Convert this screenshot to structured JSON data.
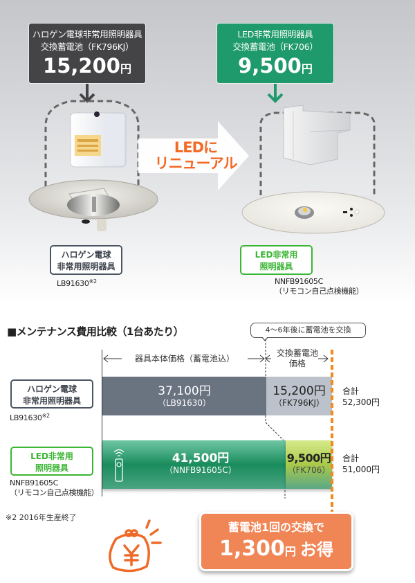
{
  "top": {
    "halogen_box": {
      "line1": "ハロゲン電球非常用照明器具",
      "line2": "交換蓄電池（FK796KJ）",
      "price": "15,200",
      "yen": "円",
      "color": "#444446"
    },
    "led_box": {
      "line1": "LED非常用照明器具",
      "line2": "交換蓄電池（FK706）",
      "price": "9,500",
      "yen": "円",
      "color": "#1f9a6c"
    },
    "renewal_text": {
      "line1": "LEDに",
      "line2": "リニューアル",
      "color": "#f26a25"
    },
    "halogen_label": {
      "line1": "ハロゲン電球",
      "line2": "非常用照明器具"
    },
    "halogen_model": {
      "code": "LB91630",
      "note": "※2"
    },
    "led_label": {
      "line1": "LED非常用",
      "line2": "照明器具"
    },
    "led_model": {
      "code": "NNFB91605C",
      "feature": "（リモコン自己点検機能）"
    }
  },
  "comparison": {
    "title": "■メンテナンス費用比較（1台あたり）",
    "callout": "4～6年後に蓄電池を交換",
    "range_body": "器具本体価格（蓄電池込）",
    "range_battery_line1": "交換蓄電池",
    "range_battery_line2": "価格",
    "rows": [
      {
        "label_line1": "ハロゲン電球",
        "label_line2": "非常用照明器具",
        "model": "LB91630",
        "model_note": "※2",
        "body_price": "37,100円",
        "body_model": "（LB91630）",
        "battery_price": "15,200円",
        "battery_model": "（FK796KJ）",
        "total_label": "合計",
        "total_value": "52,300円"
      },
      {
        "label_line1": "LED非常用",
        "label_line2": "照明器具",
        "model": "NNFB91605C",
        "model_feature": "（リモコン自己点検機能）",
        "body_price": "41,500円",
        "body_model": "（NNFB91605C）",
        "battery_price": "9,500円",
        "battery_model": "（FK706）",
        "total_label": "合計",
        "total_value": "51,000円"
      }
    ],
    "footnote": "※2 2016年生産終了"
  },
  "savings": {
    "line1": "蓄電池1回の交換で",
    "amount": "1,300",
    "yen": "円",
    "suffix": "お得",
    "color": "#f08556"
  },
  "chart_data": {
    "type": "bar",
    "title": "メンテナンス費用比較（1台あたり）",
    "stacked": true,
    "orientation": "horizontal",
    "categories": [
      "ハロゲン電球非常用照明器具 (LB91630)",
      "LED非常用照明器具 (NNFB91605C)"
    ],
    "series": [
      {
        "name": "器具本体価格（蓄電池込）",
        "values": [
          37100,
          41500
        ],
        "models": [
          "LB91630",
          "NNFB91605C"
        ]
      },
      {
        "name": "交換蓄電池価格",
        "values": [
          15200,
          9500
        ],
        "models": [
          "FK796KJ",
          "FK706"
        ]
      }
    ],
    "totals": [
      52300,
      51000
    ],
    "annotations": [
      "4～6年後に蓄電池を交換",
      "蓄電池1回の交換で1,300円お得"
    ],
    "unit": "円",
    "xlabel": "",
    "ylabel": "",
    "legend": "none"
  }
}
